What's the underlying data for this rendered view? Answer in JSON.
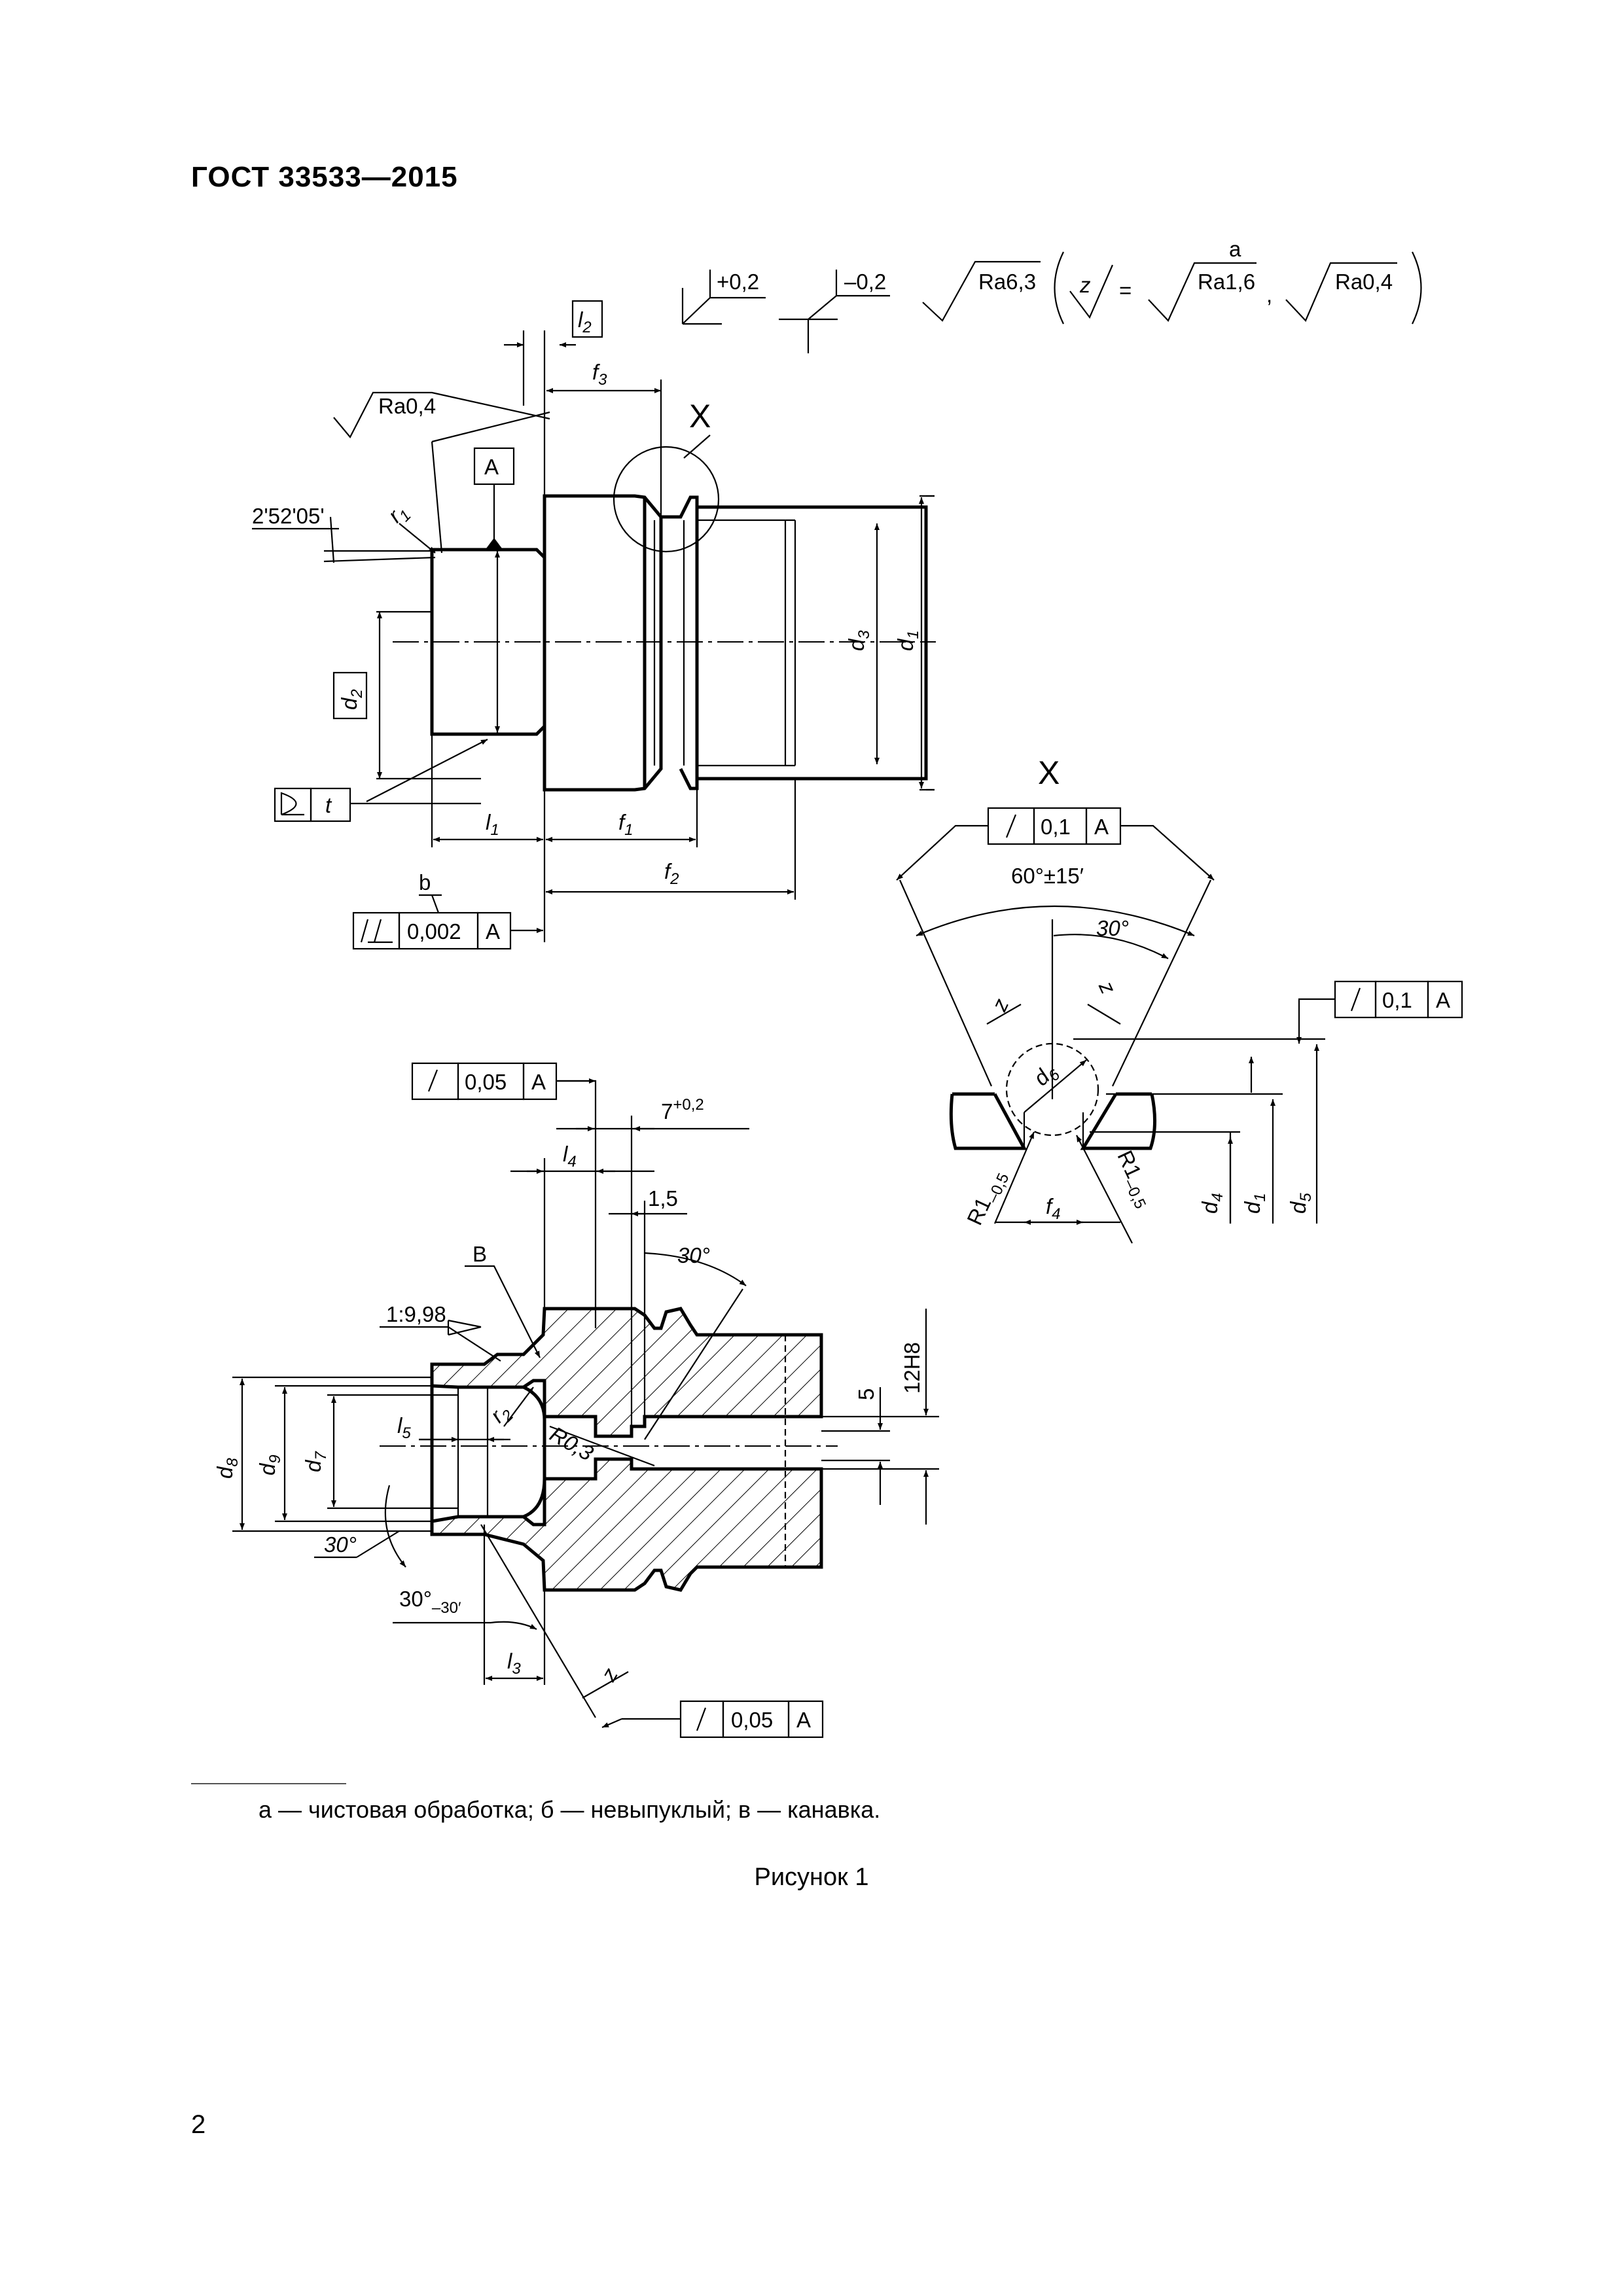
{
  "header": {
    "standard": "ГОСТ  33533—2015"
  },
  "page_number": "2",
  "roughness": {
    "tol_plus": "+0,2",
    "tol_minus": "–0,2",
    "general": "Ra6,3",
    "z": "z",
    "eq": "=",
    "finish_note": "a",
    "finish_ra": "Ra1,6",
    "sep": ",",
    "alt_ra": "Ra0,4",
    "top_ra": "Ra0,4"
  },
  "view1": {
    "angle": "2'52'05'",
    "datum": "A",
    "r1": "r",
    "r1_sub": "1",
    "l2": "l",
    "l2_sub": "2",
    "f3": "f",
    "f3_sub": "3",
    "x_label": "X",
    "d1": "d",
    "d1_sub": "1",
    "d2": "d",
    "d2_sub": "2",
    "d3": "d",
    "d3_sub": "3",
    "l1": "l",
    "l1_sub": "1",
    "f1": "f",
    "f1_sub": "1",
    "f2": "f",
    "f2_sub": "2",
    "profile_t": "t",
    "note_b": "b",
    "fcf_value": "0,002",
    "fcf_datum": "A"
  },
  "detail": {
    "title": "X",
    "fcf1_value": "0,1",
    "fcf1_datum": "A",
    "angle": "60°±15′",
    "half_angle": "30°",
    "z_left": "z",
    "z_right": "z",
    "fcf2_value": "0,1",
    "fcf2_datum": "A",
    "d6": "d",
    "d6_sub": "6",
    "r_left": "R1",
    "r_left_sub": "–0,5",
    "r_right": "R1",
    "r_right_sub": "–0,5",
    "f4": "f",
    "f4_sub": "4",
    "d4": "d",
    "d4_sub": "4",
    "d1": "d",
    "d1_sub": "1",
    "d5": "d",
    "d5_sub": "5"
  },
  "view2": {
    "fcf1_value": "0,05",
    "fcf1_datum": "A",
    "dim7": "7",
    "dim7_tol": "+0,2",
    "l4": "l",
    "l4_sub": "4",
    "dim15": "1,5",
    "angle30": "30°",
    "note_v": "В",
    "taper": "1:9,98",
    "dim5": "5",
    "dim12": "12H8",
    "l5": "l",
    "l5_sub": "5",
    "r2": "r",
    "r2_sub": "2",
    "r03": "R0,3",
    "d8": "d",
    "d8_sub": "8",
    "d9": "d",
    "d9_sub": "9",
    "d7": "d",
    "d7_sub": "7",
    "angle30b": "30°",
    "angle30c": "30°",
    "angle30c_tol": "–30′",
    "l3": "l",
    "l3_sub": "3",
    "z": "z",
    "fcf2_value": "0,05",
    "fcf2_datum": "A"
  },
  "footnote": "а — чистовая обработка; б — невыпуклый; в — канавка.",
  "caption": "Рисунок  1"
}
